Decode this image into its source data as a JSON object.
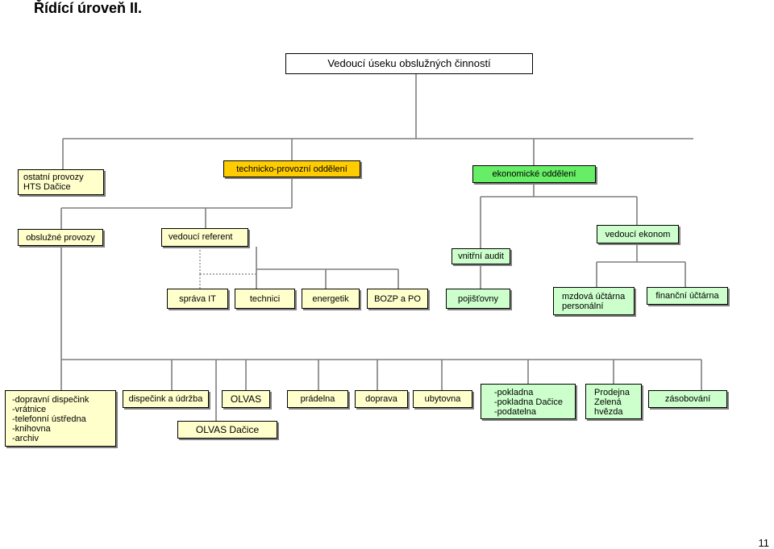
{
  "page": {
    "heading": "Řídící úroveň II.",
    "page_number": "11"
  },
  "boxes": {
    "head": "Vedoucí úseku obslužných činností",
    "ostatni": "ostatní provozy\nHTS Dačice",
    "technicko": "technicko-provozní oddělení",
    "ekonomicke": "ekonomické oddělení",
    "obsluzne": "obslužné provozy",
    "vedouci_referent": "vedoucí referent",
    "vnitrni_audit": "vnitřní audit",
    "vedouci_ekonom": "vedoucí ekonom",
    "sprava_it": "správa IT",
    "technici": "technici",
    "energetik": "energetik",
    "bozp": "BOZP a PO",
    "pojistovny": "pojišťovny",
    "mzdova": "mzdová účtárna\npersonální",
    "financni": "finanční účtárna",
    "dopravni": "-dopravní dispečink\n-vrátnice\n-telefonní ústředna\n-knihovna\n-archiv",
    "dispecink": "dispečink a údržba",
    "olvas": "OLVAS",
    "olvas_dacice": "OLVAS Dačice",
    "pradelna": "prádelna",
    "doprava": "doprava",
    "ubytovna": "ubytovna",
    "pokladna": "-pokladna\n-pokladna Dačice\n-podatelna",
    "prodejna": "Prodejna\nZelená\nhvězda",
    "zasobovani": "zásobování"
  },
  "colors": {
    "yellow": "#ffffcc",
    "orange": "#ffcc00",
    "green": "#66ee66",
    "light_green": "#ccffcc",
    "line": "#7f7f7f"
  }
}
